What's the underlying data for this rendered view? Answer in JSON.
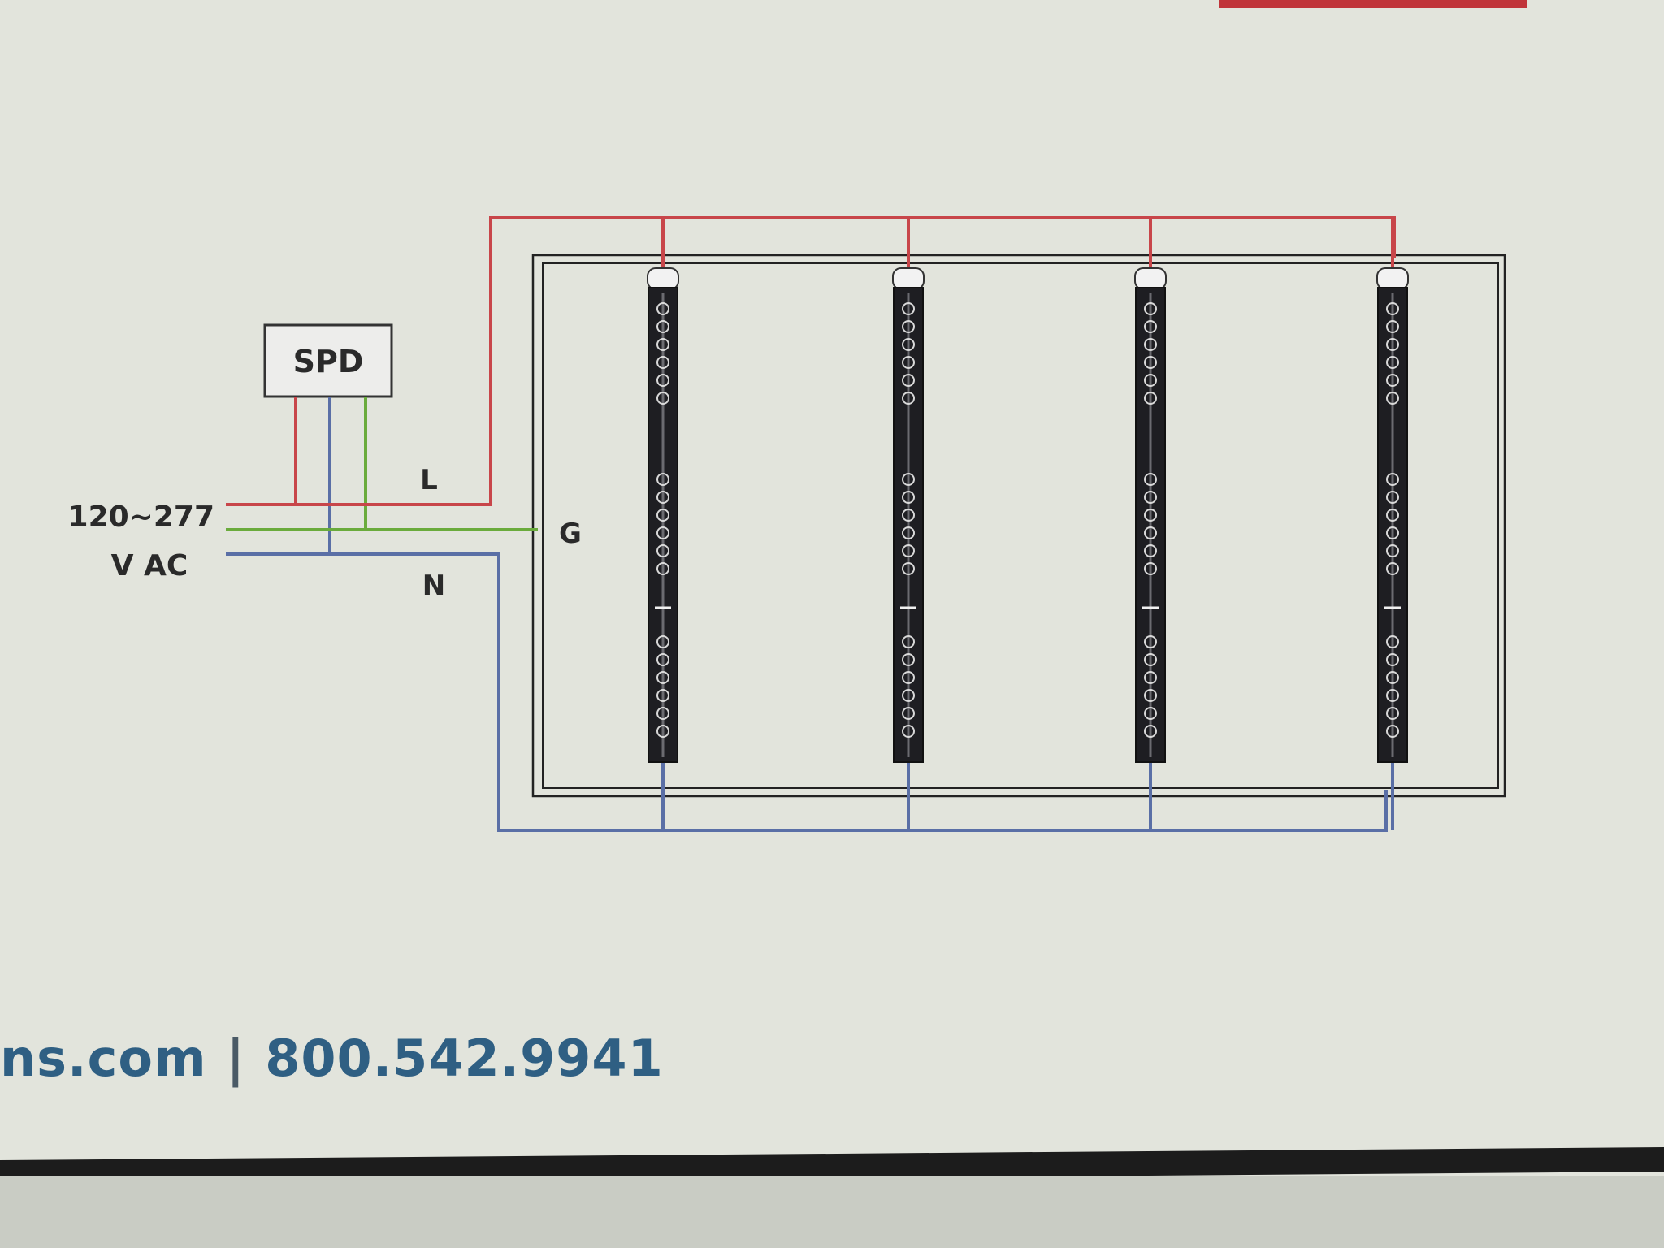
{
  "diagram": {
    "spd_label": "SPD",
    "line_label": "L",
    "neutral_label": "N",
    "ground_label": "G",
    "supply_voltage_line1": "120~277",
    "supply_voltage_line2": "V AC",
    "fixture_count": 4,
    "colors": {
      "line": "#c8464a",
      "neutral": "#5a6fa6",
      "ground": "#6aab3c"
    }
  },
  "footer": {
    "website_fragment": "ns.com",
    "separator": "|",
    "phone": "800.542.9941"
  }
}
